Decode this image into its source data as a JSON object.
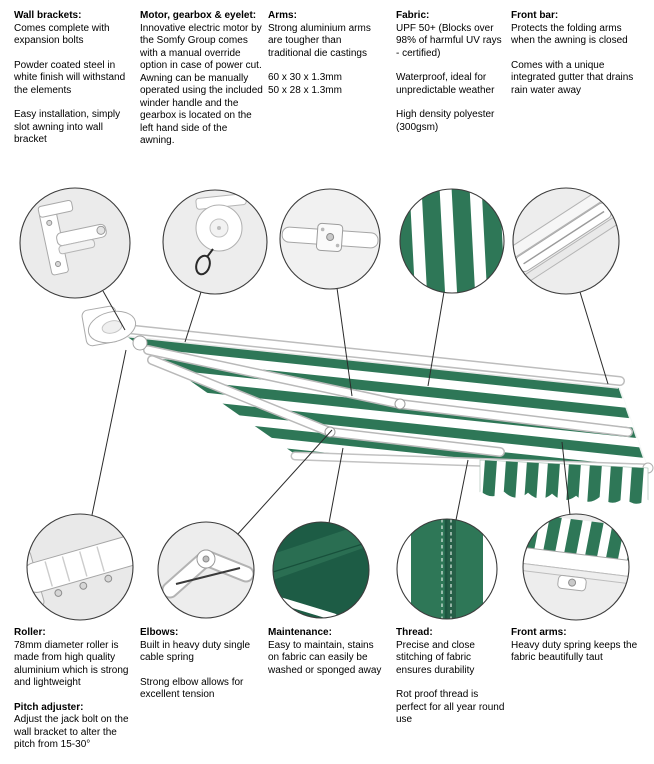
{
  "title": "Awning product features diagram",
  "colors": {
    "awning_green": "#2e7757",
    "awning_green_dark": "#1d5c45",
    "callout_line": "#2b2b2b",
    "text": "#000000",
    "background": "#ffffff"
  },
  "top_sections": [
    {
      "id": "wall-brackets",
      "title": "Wall brackets:",
      "paras": [
        "Comes complete with expansion bolts",
        "Powder coated steel in white finish will withstand the elements",
        "Easy installation, simply slot awning into wall bracket"
      ]
    },
    {
      "id": "motor-gearbox-eyelet",
      "title": "Motor, gearbox & eyelet:",
      "paras": [
        "Innovative electric motor by the Somfy Group comes with a manual override option in case of power cut.\nAwning can be manually operated using the included winder handle and the gearbox is located on the left hand side of the awning."
      ]
    },
    {
      "id": "arms",
      "title": "Arms:",
      "paras": [
        "Strong aluminium arms are tougher than traditional die castings",
        "60 x 30 x 1.3mm\n50 x 28 x 1.3mm"
      ]
    },
    {
      "id": "fabric",
      "title": "Fabric:",
      "paras": [
        "UPF 50+ (Blocks over 98% of harmful UV rays - certified)",
        "Waterproof, ideal for unpredictable weather",
        "High density polyester (300gsm)"
      ]
    },
    {
      "id": "front-bar",
      "title": "Front bar:",
      "paras": [
        "Protects the folding arms when the awning is closed",
        "Comes with a unique integrated gutter that drains rain water away"
      ]
    }
  ],
  "bottom_sections": [
    {
      "id": "roller",
      "title": "Roller:",
      "paras": [
        "78mm diameter roller is made from high quality aluminium which is strong and lightweight"
      ]
    },
    {
      "id": "pitch-adjuster",
      "title": "Pitch adjuster:",
      "paras": [
        "Adjust the jack bolt on the wall bracket to alter the pitch from 15-30°"
      ]
    },
    {
      "id": "elbows",
      "title": "Elbows:",
      "paras": [
        "Built in heavy duty single cable spring",
        "Strong elbow allows for excellent tension"
      ]
    },
    {
      "id": "maintenance",
      "title": "Maintenance:",
      "paras": [
        "Easy to maintain, stains on fabric can easily be washed or sponged away"
      ]
    },
    {
      "id": "thread",
      "title": "Thread:",
      "paras": [
        "Precise and close stitching of fabric ensures durability",
        "Rot proof thread is perfect for all year round use"
      ]
    },
    {
      "id": "front-arms",
      "title": "Front arms:",
      "paras": [
        "Heavy duty spring keeps the fabric beautifully taut"
      ]
    }
  ]
}
